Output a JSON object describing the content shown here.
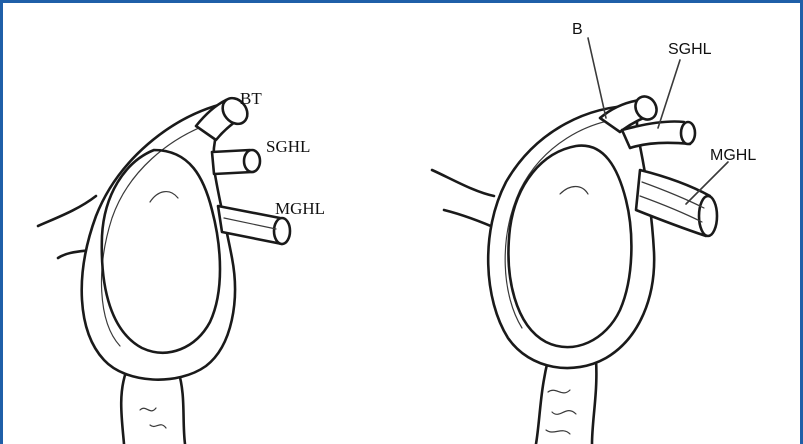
{
  "left_figure": {
    "labels": {
      "bt": "BT",
      "sghl": "SGHL",
      "mghl": "MGHL"
    }
  },
  "right_figure": {
    "labels": {
      "b": "B",
      "sghl": "SGHL",
      "mghl": "MGHL"
    }
  },
  "colors": {
    "frame_border": "#1f5fa8",
    "ink": "#1a1a1a"
  }
}
